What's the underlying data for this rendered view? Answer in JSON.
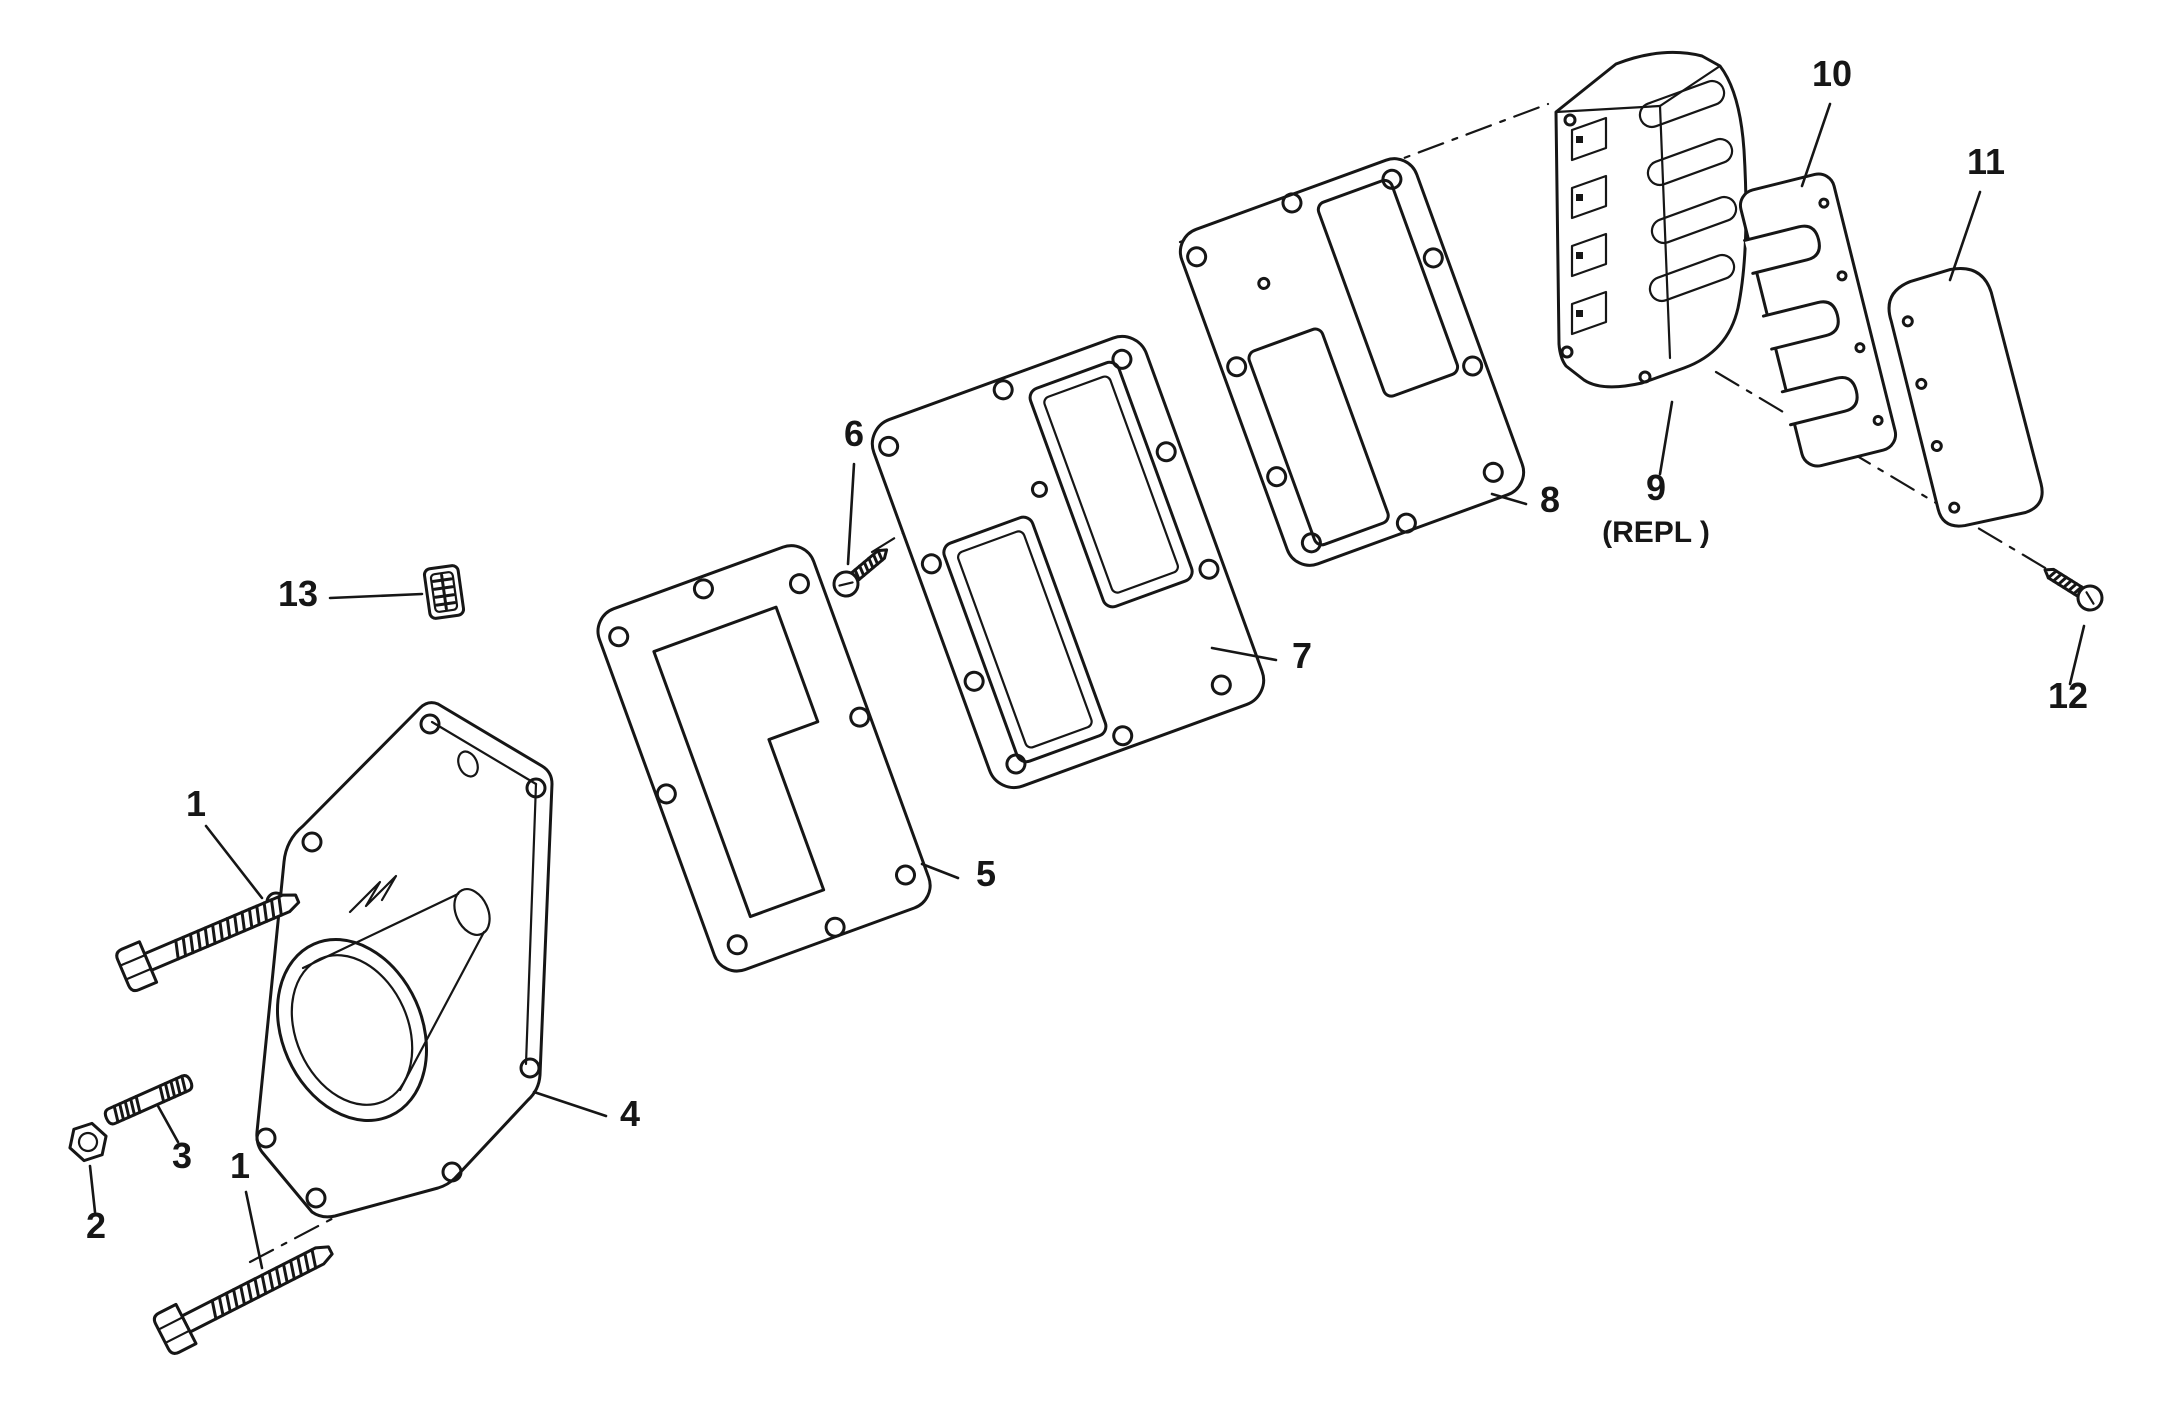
{
  "page": {
    "background_color": "#ffffff",
    "ink_color": "#161616"
  },
  "callouts": {
    "c1a": "1",
    "c2": "2",
    "c3": "3",
    "c1b": "1",
    "c4": "4",
    "c5": "5",
    "c6": "6",
    "c7": "7",
    "c8": "8",
    "c9": "9",
    "c9repl": "(REPL )",
    "c10": "10",
    "c11": "11",
    "c12": "12",
    "c13": "13"
  }
}
